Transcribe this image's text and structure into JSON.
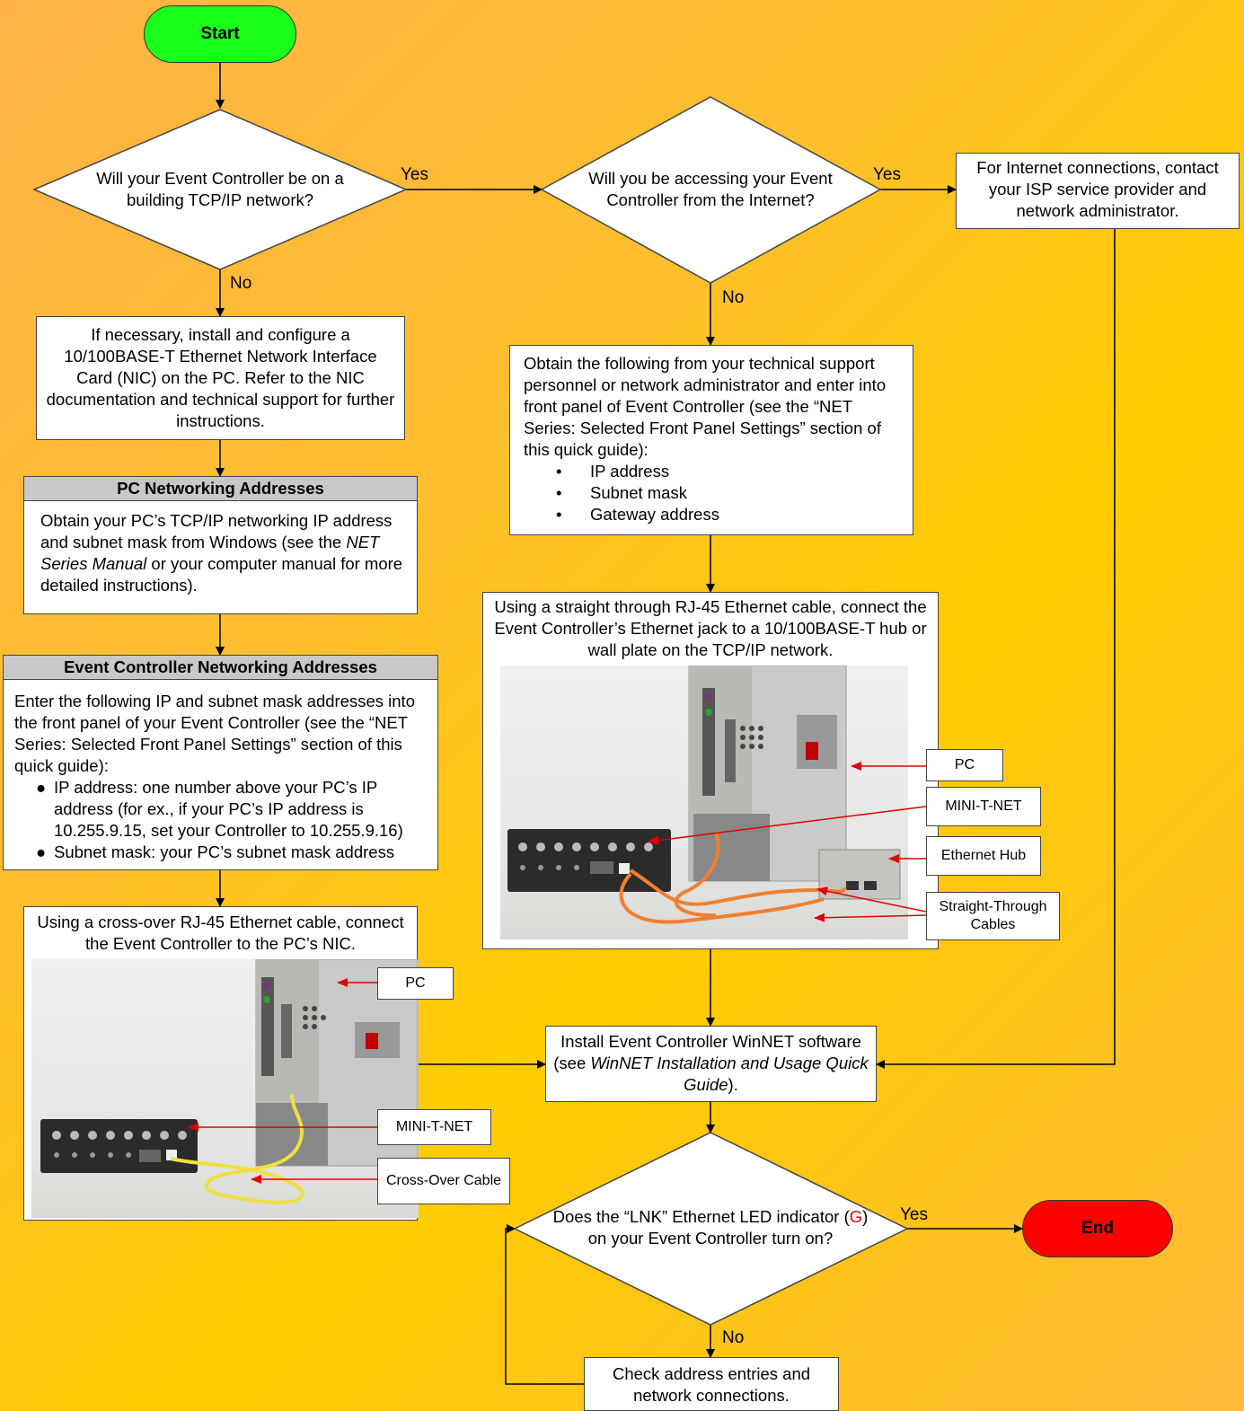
{
  "terminals": {
    "start": "Start",
    "end": "End"
  },
  "decisions": {
    "building_network": "Will your Event Controller be on a building TCP/IP network?",
    "internet_access": "Will you be accessing your Event Controller from the Internet?",
    "lnk_led_before": "Does the “LNK” Ethernet LED indicator (",
    "lnk_led_letter": "G",
    "lnk_led_after": ") on your Event Controller turn on?"
  },
  "edge_labels": {
    "yes": "Yes",
    "no": "No"
  },
  "isp_box": "For Internet connections, contact your ISP service provider and network administrator.",
  "nic_box": "If necessary, install and configure a 10/100BASE-T Ethernet Network Interface Card (NIC) on the PC.  Refer to the NIC documentation and technical support for further instructions.",
  "pc_addresses": {
    "title": "PC Networking Addresses",
    "text_before": "Obtain your PC’s TCP/IP networking IP address and subnet mask from Windows (see the ",
    "text_italic": "NET Series Manual",
    "text_after": " or your computer manual for more detailed instructions)."
  },
  "ec_addresses": {
    "title": "Event Controller Networking Addresses",
    "intro": "Enter the following IP and subnet mask addresses into the front panel of your Event Controller (see the “NET Series: Selected Front Panel Settings” section of this quick guide):",
    "bullets": [
      "IP address: one number above your PC’s IP address (for ex., if your PC’s IP address is 10.255.9.15, set your Controller to 10.255.9.16)",
      "Subnet mask: your PC’s subnet mask address"
    ]
  },
  "crossover_box": {
    "text": "Using a cross-over RJ-45 Ethernet cable, connect the Event Controller to the PC’s NIC.",
    "callouts": [
      "PC",
      "MINI-T-NET",
      "Cross-Over Cable"
    ]
  },
  "obtain_box": {
    "intro": "Obtain the following from your technical support personnel or network administrator and enter into front panel of Event Controller (see the “NET Series: Selected Front Panel Settings” section of this quick guide):",
    "bullets": [
      "IP address",
      "Subnet mask",
      "Gateway address"
    ]
  },
  "straight_box": {
    "text": "Using a straight through RJ-45 Ethernet cable, connect the Event Controller’s Ethernet jack to a 10/100BASE-T hub or wall plate on the TCP/IP network.",
    "callouts": [
      "PC",
      "MINI-T-NET",
      "Ethernet Hub",
      "Straight-Through Cables"
    ]
  },
  "install_box": {
    "before": "Install Event Controller WinNET software (see ",
    "italic": "WinNET Installation and Usage Quick Guide",
    "after": ")."
  },
  "check_box": "Check address entries and network connections.",
  "colors": {
    "start_fill": "#19ff19",
    "end_fill": "#ff0000",
    "callout_arrow": "#e00000",
    "cable_orange": "#f08030",
    "cable_yellow": "#f0e040"
  }
}
